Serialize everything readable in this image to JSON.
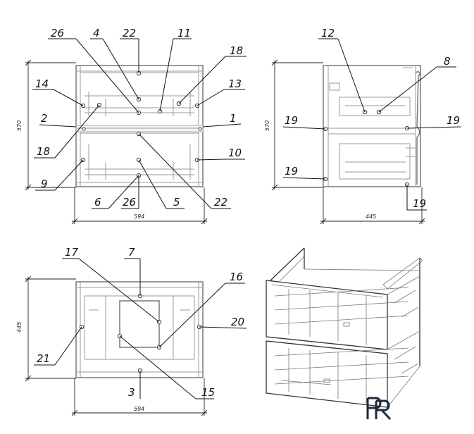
{
  "views": {
    "front": {
      "height_dim": "570",
      "width_dim": "594",
      "callouts": [
        {
          "n": "26"
        },
        {
          "n": "4"
        },
        {
          "n": "22"
        },
        {
          "n": "11"
        },
        {
          "n": "18"
        },
        {
          "n": "14"
        },
        {
          "n": "13"
        },
        {
          "n": "2"
        },
        {
          "n": "1"
        },
        {
          "n": "18"
        },
        {
          "n": "10"
        },
        {
          "n": "9"
        },
        {
          "n": "6"
        },
        {
          "n": "26"
        },
        {
          "n": "5"
        },
        {
          "n": "22"
        }
      ]
    },
    "side": {
      "height_dim": "570",
      "depth_dim": "445",
      "callouts": [
        {
          "n": "12"
        },
        {
          "n": "8"
        },
        {
          "n": "19"
        },
        {
          "n": "19"
        },
        {
          "n": "19"
        },
        {
          "n": "19"
        }
      ]
    },
    "top": {
      "depth_dim": "445",
      "width_dim": "594",
      "callouts": [
        {
          "n": "17"
        },
        {
          "n": "7"
        },
        {
          "n": "16"
        },
        {
          "n": "20"
        },
        {
          "n": "21"
        },
        {
          "n": "3"
        },
        {
          "n": "15"
        }
      ]
    }
  },
  "logo": {
    "text": "PR"
  }
}
